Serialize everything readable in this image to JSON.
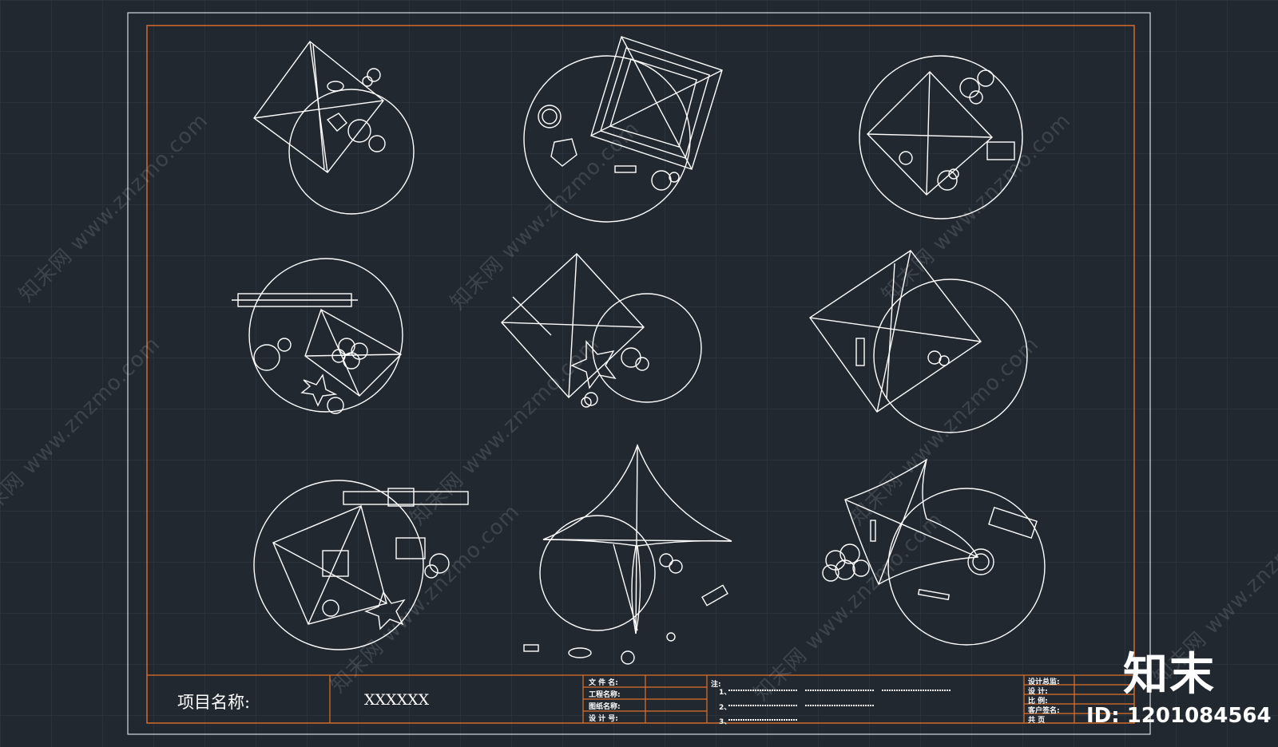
{
  "project_label": "项目名称:",
  "project_name": "XXXXXX",
  "fields": {
    "file_name": "文 件 名:",
    "project_title": "工程名称:",
    "drawing_title": "图纸名称:",
    "design_no": "设 计 号:"
  },
  "notes": {
    "label": "注:",
    "n1": "1、",
    "n2": "2、",
    "n3": "3、"
  },
  "sign": {
    "chief": "设计总监:",
    "design": "设    计:",
    "scale": "比    例:",
    "client": "客户签名:",
    "page": "共    页"
  },
  "watermark": {
    "text": "知末网 www.znzmo.com"
  },
  "brand": {
    "logo": "知末",
    "id": "ID: 1201084564"
  },
  "colors": {
    "background": "#212830",
    "line": "#ffffff",
    "frame": "#e0702a"
  },
  "icons": [
    "tent-plan-1",
    "tent-plan-2",
    "tent-plan-3",
    "tent-plan-4",
    "tent-plan-5",
    "tent-plan-6",
    "tent-plan-7",
    "tent-plan-8",
    "tent-plan-9"
  ]
}
